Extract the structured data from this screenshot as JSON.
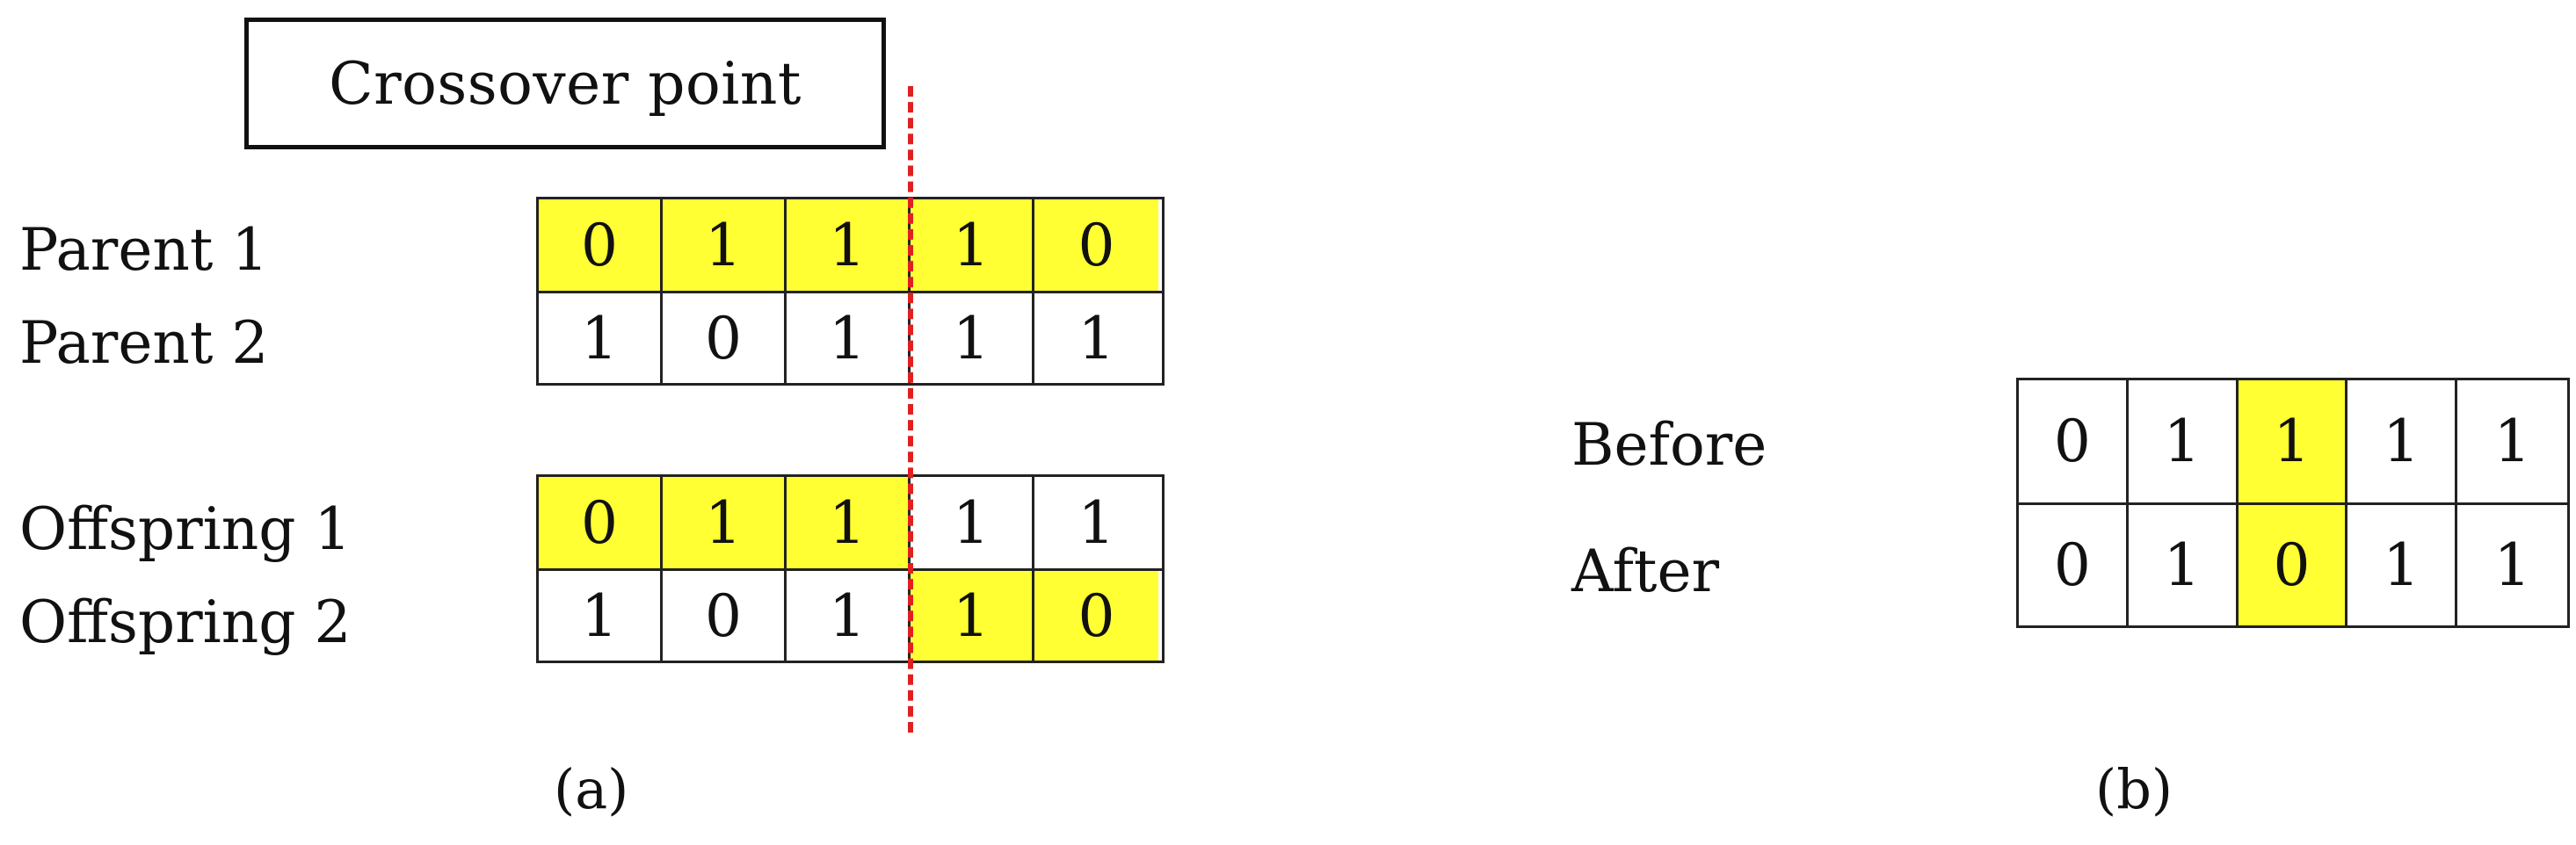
{
  "panel_a": {
    "crossover_label": "Crossover point",
    "caption": "(a)",
    "rows": [
      {
        "label": "Parent 1",
        "genes": [
          "0",
          "1",
          "1",
          "1",
          "0"
        ],
        "highlight": [
          true,
          true,
          true,
          true,
          true
        ]
      },
      {
        "label": "Parent 2",
        "genes": [
          "1",
          "0",
          "1",
          "1",
          "1"
        ],
        "highlight": [
          false,
          false,
          false,
          false,
          false
        ]
      },
      {
        "label": "Offspring 1",
        "genes": [
          "0",
          "1",
          "1",
          "1",
          "1"
        ],
        "highlight": [
          true,
          true,
          true,
          false,
          false
        ]
      },
      {
        "label": "Offspring 2",
        "genes": [
          "1",
          "0",
          "1",
          "1",
          "0"
        ],
        "highlight": [
          false,
          false,
          false,
          true,
          true
        ]
      }
    ]
  },
  "panel_b": {
    "caption": "(b)",
    "rows": [
      {
        "label": "Before",
        "genes": [
          "0",
          "1",
          "1",
          "1",
          "1"
        ],
        "highlight": [
          false,
          false,
          true,
          false,
          false
        ]
      },
      {
        "label": "After",
        "genes": [
          "0",
          "1",
          "0",
          "1",
          "1"
        ],
        "highlight": [
          false,
          false,
          true,
          false,
          false
        ]
      }
    ]
  },
  "colors": {
    "highlight": "#ffff33",
    "crossover_line": "#e02020",
    "border": "#222222"
  }
}
